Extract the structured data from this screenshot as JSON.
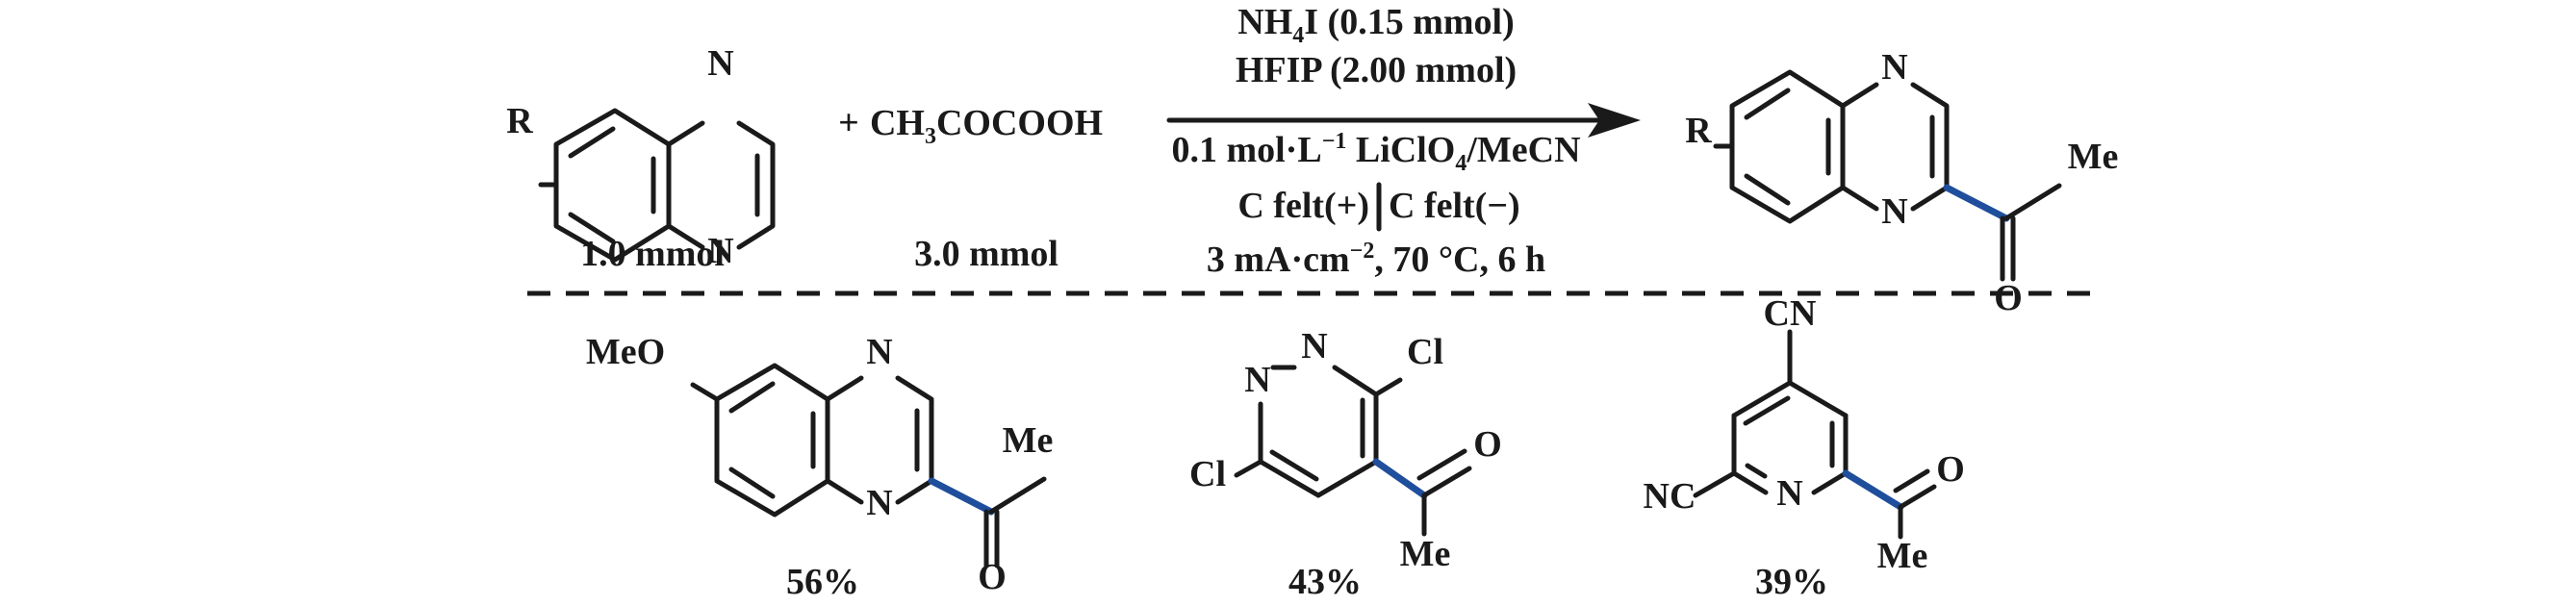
{
  "colors": {
    "ink": "#1a1a1a",
    "highlight_bond": "#1f4e9c"
  },
  "reaction": {
    "plus": "+",
    "reagent": {
      "p1": "CH",
      "s1": "3",
      "p2": "COCOOH"
    },
    "conditions": {
      "line1": {
        "p1": "NH",
        "s1": "4",
        "p2": "I (0.15 mmol)"
      },
      "line2": "HFIP (2.00 mmol)",
      "line3": {
        "p1": "0.1 mol·L",
        "s1": "−1",
        "p2": " LiClO",
        "s2": "4",
        "p3": "/MeCN"
      },
      "line4": {
        "left": "C felt(+)",
        "right": "C felt(−)"
      },
      "line5": {
        "p1": "3 mA·cm",
        "s1": "−2",
        "p2": ", 70 °C, 6 h"
      }
    },
    "amount_substrate": "1.0 mmol",
    "amount_reagent": "3.0 mmol"
  },
  "atoms": {
    "N": "N",
    "R": "R",
    "O": "O",
    "Me": "Me",
    "MeO": "MeO",
    "Cl": "Cl",
    "CN": "CN",
    "NC": "NC"
  },
  "yields": [
    "56%",
    "43%",
    "39%"
  ]
}
